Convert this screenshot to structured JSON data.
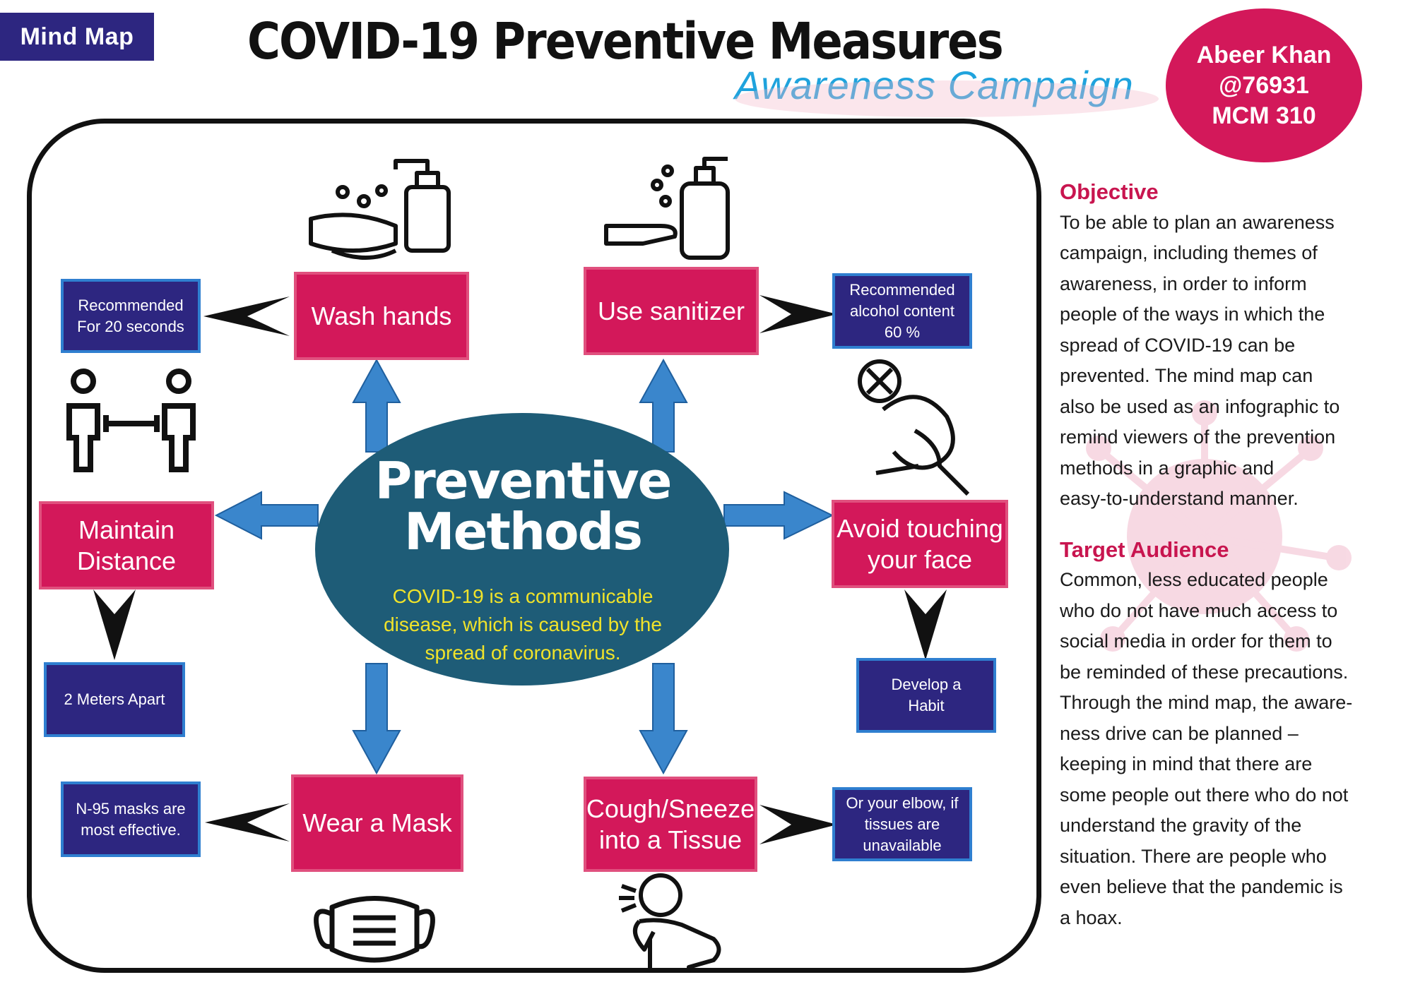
{
  "tag": "Mind Map",
  "title": "COVID-19 Preventive Measures",
  "subtitle": "Awareness Campaign",
  "author": {
    "name": "Abeer Khan",
    "id": "@76931",
    "course": "MCM 310"
  },
  "center": {
    "title_line1": "Preventive",
    "title_line2": "Methods",
    "description": "COVID-19 is a communicable disease, which is caused by the spread of coronavirus."
  },
  "methods": {
    "wash": {
      "label": "Wash hands",
      "note_line1": "Recommended",
      "note_line2": "For 20 seconds"
    },
    "sanitizer": {
      "label": "Use sanitizer",
      "note_line1": "Recommended",
      "note_line2": "alcohol content",
      "note_line3": "60 %"
    },
    "distance": {
      "label_line1": "Maintain",
      "label_line2": "Distance",
      "note": "2 Meters Apart"
    },
    "face": {
      "label_line1": "Avoid touching",
      "label_line2": "your face",
      "note_line1": "Develop a",
      "note_line2": "Habit"
    },
    "mask": {
      "label": "Wear a Mask",
      "note_line1": "N-95 masks are",
      "note_line2": "most effective."
    },
    "cough": {
      "label_line1": "Cough/Sneeze",
      "label_line2": "into a Tissue",
      "note_line1": "Or your elbow, if",
      "note_line2": "tissues are",
      "note_line3": "unavailable"
    }
  },
  "icons": [
    "handwash-icon",
    "sanitizer-icon",
    "social-distance-icon",
    "no-face-touch-icon",
    "face-mask-icon",
    "sneeze-icon"
  ],
  "sidebar": {
    "objective_heading": "Objective",
    "objective_lines": [
      "To be able to plan an awareness",
      "campaign, including themes of",
      "awareness, in order to inform",
      "people of the ways in which the",
      "spread of COVID-19 can be",
      "prevented. The mind map can",
      "also be used as an infographic to",
      "remind viewers of the prevention",
      "methods in a graphic and",
      "easy-to-understand manner."
    ],
    "audience_heading": "Target Audience",
    "audience_lines": [
      "Common, less educated people",
      "who do not have much access to",
      "social media in order for them to",
      "be reminded of these precautions.",
      "Through the mind map, the aware-",
      "ness drive can be planned –",
      "keeping in mind that there are",
      "some people out there who do not",
      "understand the gravity of the",
      "situation. There are people who",
      "even believe that the pandemic is",
      "a hoax."
    ]
  },
  "colors": {
    "navy": "#2d2680",
    "pink": "#d3185a",
    "center": "#1e5c77",
    "arrow": "#3a86cc",
    "subtitle": "#1fa3dd",
    "center_text": "#f0e32a"
  }
}
